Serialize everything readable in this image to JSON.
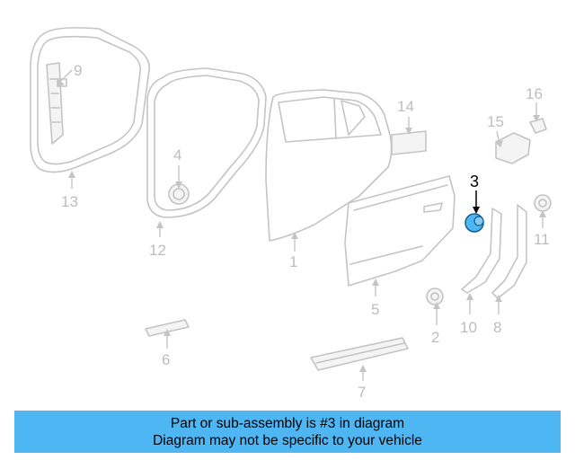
{
  "callouts": {
    "c1": "1",
    "c2": "2",
    "c3": "3",
    "c4": "4",
    "c5": "5",
    "c6": "6",
    "c7": "7",
    "c8": "8",
    "c9": "9",
    "c10": "10",
    "c11": "11",
    "c12": "12",
    "c13": "13",
    "c14": "14",
    "c15": "15",
    "c16": "16"
  },
  "highlight": {
    "part_number": "3",
    "color": "#4db6f3"
  },
  "banner": {
    "line1": "Part or sub-assembly is #3 in diagram",
    "line2": "Diagram may not be specific to your vehicle",
    "background": "#4db6f3"
  }
}
